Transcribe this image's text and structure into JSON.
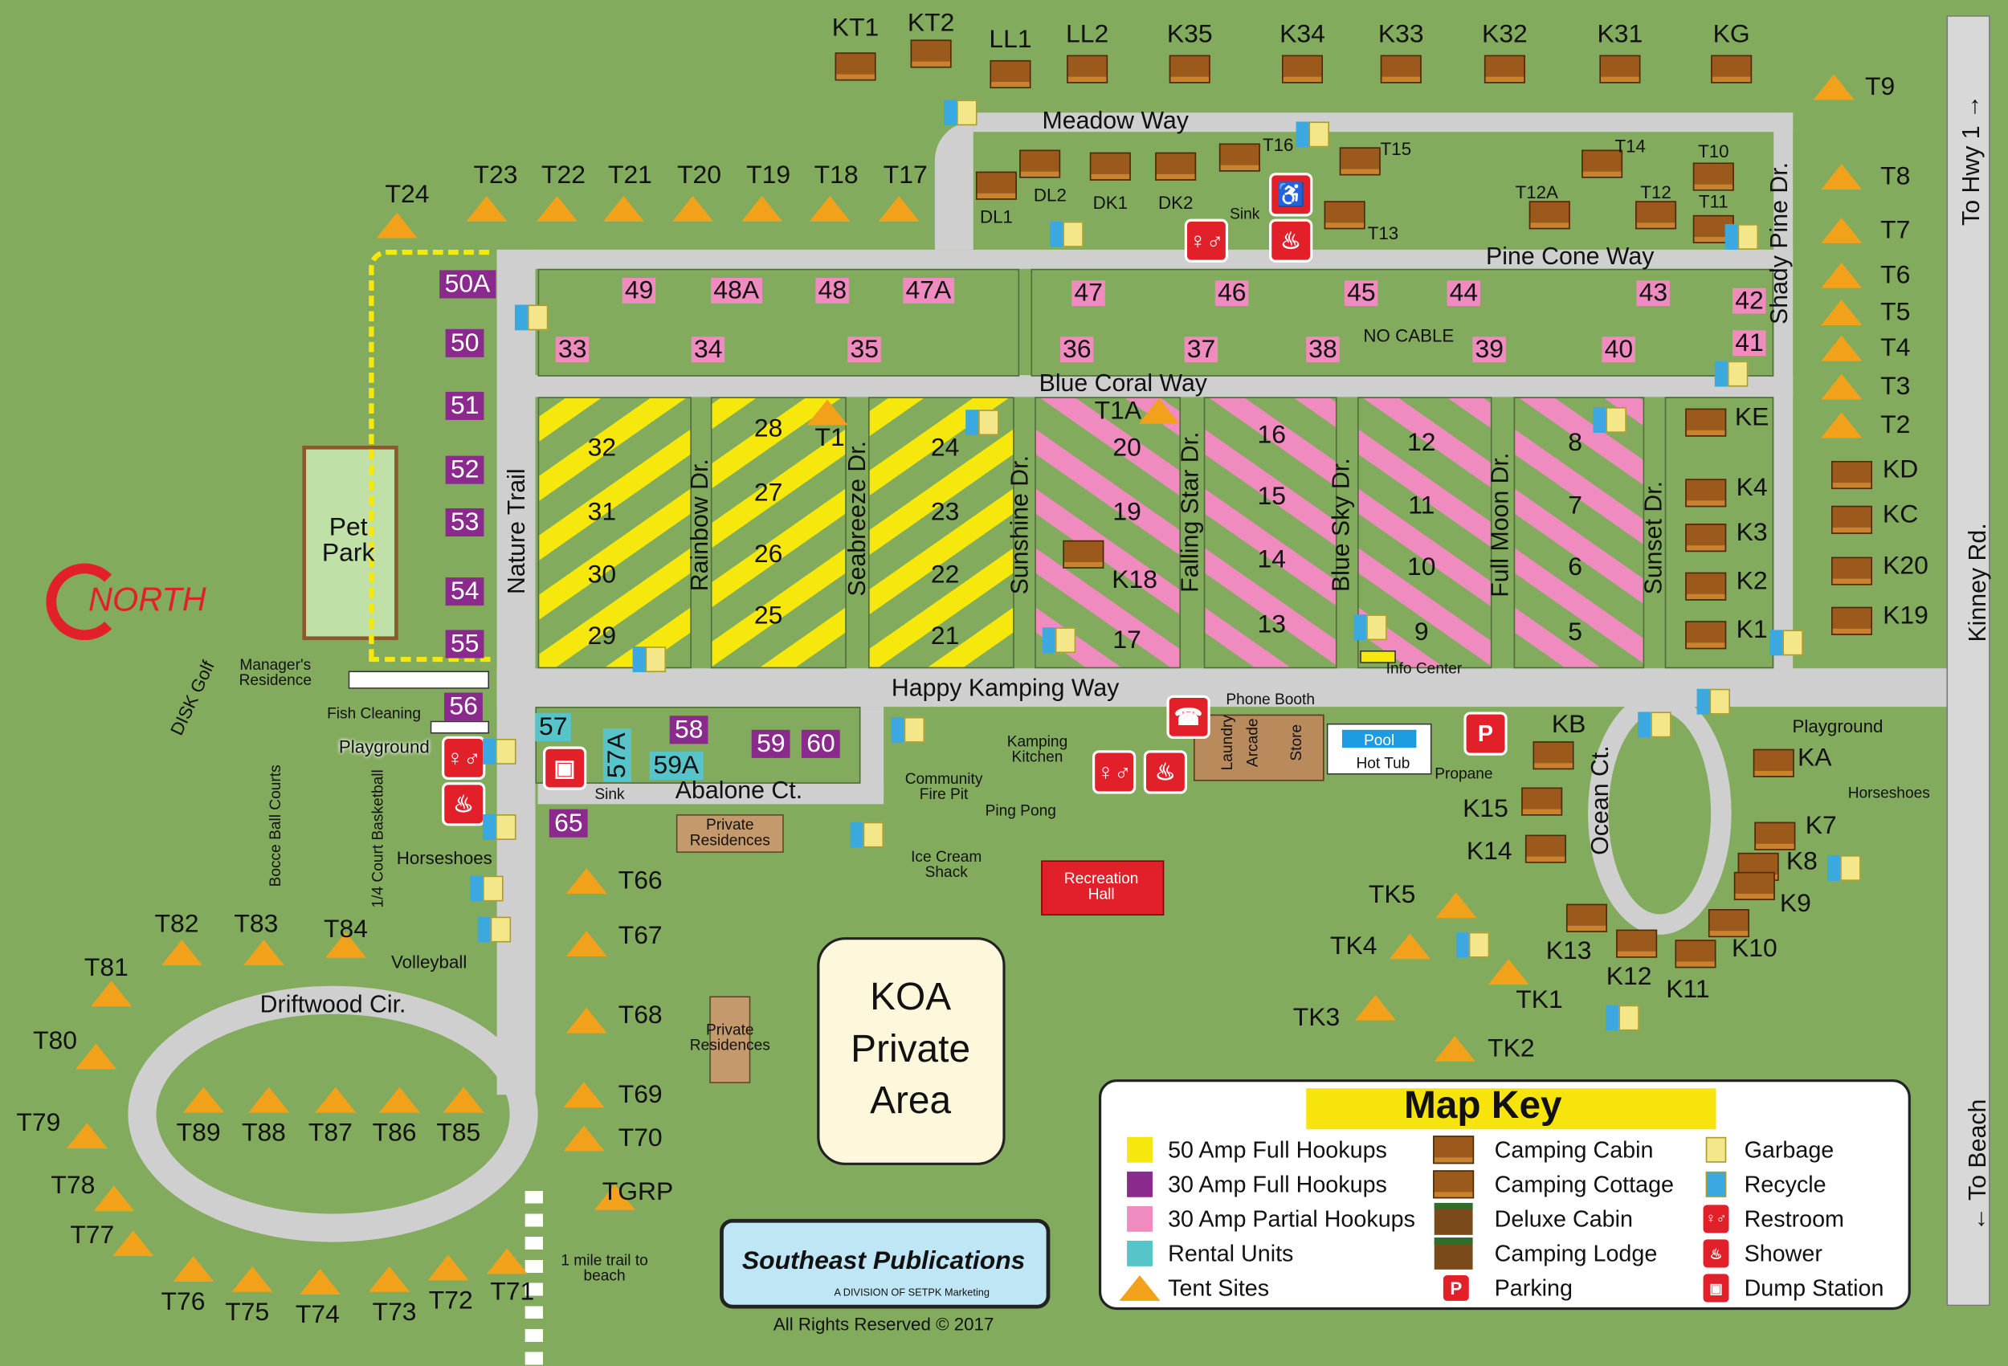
{
  "colors": {
    "grass": "#83ab5e",
    "road": "#cfcfcf",
    "amp50": "#f6e80c",
    "amp30": "#8a2a8d",
    "partial": "#f08bbf",
    "rental": "#56c4c9",
    "tent": "#f2a21a",
    "red": "#e2202a"
  },
  "top_cabins": [
    "KT1",
    "KT2",
    "LL1",
    "LL2",
    "K35",
    "K34",
    "K33",
    "K32",
    "K31",
    "KG"
  ],
  "tents_top": [
    "T24",
    "T23",
    "T22",
    "T21",
    "T20",
    "T19",
    "T18",
    "T17"
  ],
  "inner_north": [
    "DL2",
    "DK1",
    "DK2",
    "DL1",
    "T16",
    "T15",
    "T13",
    "T14",
    "T12A",
    "T12",
    "T10",
    "T11"
  ],
  "tents_east": [
    "T9",
    "T8",
    "T7",
    "T6",
    "T5",
    "T4",
    "T3",
    "T2"
  ],
  "cabins_east": [
    "KD",
    "KC",
    "K20",
    "K19"
  ],
  "sites_north_row": [
    "49",
    "48A",
    "48",
    "47A",
    "47",
    "46",
    "45",
    "44",
    "43",
    "42",
    "33",
    "34",
    "35",
    "36",
    "37",
    "38",
    "39",
    "40",
    "41"
  ],
  "sites_50amp": [
    "32",
    "31",
    "30",
    "29",
    "28",
    "27",
    "26",
    "25",
    "24",
    "23",
    "22",
    "21"
  ],
  "sites_partial": [
    "20",
    "19",
    "17",
    "16",
    "15",
    "14",
    "13",
    "12",
    "11",
    "10",
    "9",
    "8",
    "7",
    "6",
    "5"
  ],
  "cabins_block": [
    "K18",
    "KE",
    "K4",
    "K3",
    "K2",
    "K1"
  ],
  "tents_block": [
    "T1A",
    "T1"
  ],
  "sites_30amp": [
    "50A",
    "50",
    "51",
    "52",
    "53",
    "54",
    "55",
    "56",
    "58",
    "59",
    "60",
    "65"
  ],
  "rental": [
    "57",
    "57A",
    "59A"
  ],
  "ocean_ct_units": [
    "KB",
    "KA",
    "K15",
    "K14",
    "K7",
    "K8",
    "K9",
    "K10",
    "K11",
    "K12",
    "K13"
  ],
  "ocean_tents": [
    "TK5",
    "TK4",
    "TK3",
    "TK1",
    "TK2"
  ],
  "tents_west": [
    "T66",
    "T67",
    "T68",
    "T69",
    "T70",
    "TGRP",
    "T71",
    "T72",
    "T73",
    "T74",
    "T75",
    "T76",
    "T77",
    "T78",
    "T79",
    "T80",
    "T81",
    "T82",
    "T83",
    "T84"
  ],
  "driftwood_inner": [
    "T89",
    "T88",
    "T87",
    "T86",
    "T85"
  ],
  "streets": {
    "meadow": "Meadow Way",
    "pine_cone": "Pine Cone Way",
    "shady_pine": "Shady Pine Dr.",
    "blue_coral": "Blue Coral Way",
    "happy": "Happy Kamping Way",
    "nature": "Nature Trail",
    "rainbow": "Rainbow Dr.",
    "seabreeze": "Seabreeze Dr.",
    "sunshine": "Sunshine Dr.",
    "falling_star": "Falling Star Dr.",
    "blue_sky": "Blue Sky Dr.",
    "full_moon": "Full Moon Dr.",
    "sunset": "Sunset Dr.",
    "abalone": "Abalone Ct.",
    "ocean": "Ocean Ct.",
    "driftwood": "Driftwood Cir.",
    "kinney": "Kinney Rd.",
    "to_hwy": "To Hwy 1 →",
    "to_beach": "← To Beach"
  },
  "amenities": {
    "no_cable": "NO CABLE",
    "sink_north": "Sink",
    "pet_park": "Pet Park",
    "north": "NORTH",
    "disc_golf": "DISK Golf",
    "managers": "Manager's Residence",
    "fish": "Fish Cleaning",
    "playground_w": "Playground",
    "bocce": "Bocce Ball Courts",
    "basketball": "1/4 Court Basketball",
    "horseshoes_w": "Horseshoes",
    "volleyball": "Volleyball",
    "sink_w": "Sink",
    "private1": "Private Residences",
    "fire_pit": "Community Fire Pit",
    "kitchen": "Kamping Kitchen",
    "ping_pong": "Ping Pong",
    "ice_cream": "Ice Cream Shack",
    "rec_hall": "Recreation Hall",
    "phone": "Phone Booth",
    "laundry": "Laundry",
    "arcade": "Arcade",
    "store": "Store",
    "pool": "Pool",
    "hot_tub": "Hot Tub",
    "propane": "Propane",
    "info": "Info Center",
    "playground_e": "Playground",
    "horseshoes_e": "Horseshoes",
    "private2": "Private Residences",
    "koa": "KOA Private Area",
    "trail": "1 mile trail to beach"
  },
  "map_key": {
    "title": "Map Key",
    "items": [
      "50 Amp Full Hookups",
      "30 Amp Full Hookups",
      "30 Amp Partial Hookups",
      "Rental Units",
      "Tent Sites",
      "Camping Cabin",
      "Camping Cottage",
      "Deluxe Cabin",
      "Camping Lodge",
      "Parking",
      "Garbage",
      "Recycle",
      "Restroom",
      "Shower",
      "Dump Station"
    ]
  },
  "credits": {
    "publisher": "Southeast Publications",
    "division": "A DIVISION OF SETPK Marketing",
    "rights": "All Rights Reserved © 2017"
  }
}
